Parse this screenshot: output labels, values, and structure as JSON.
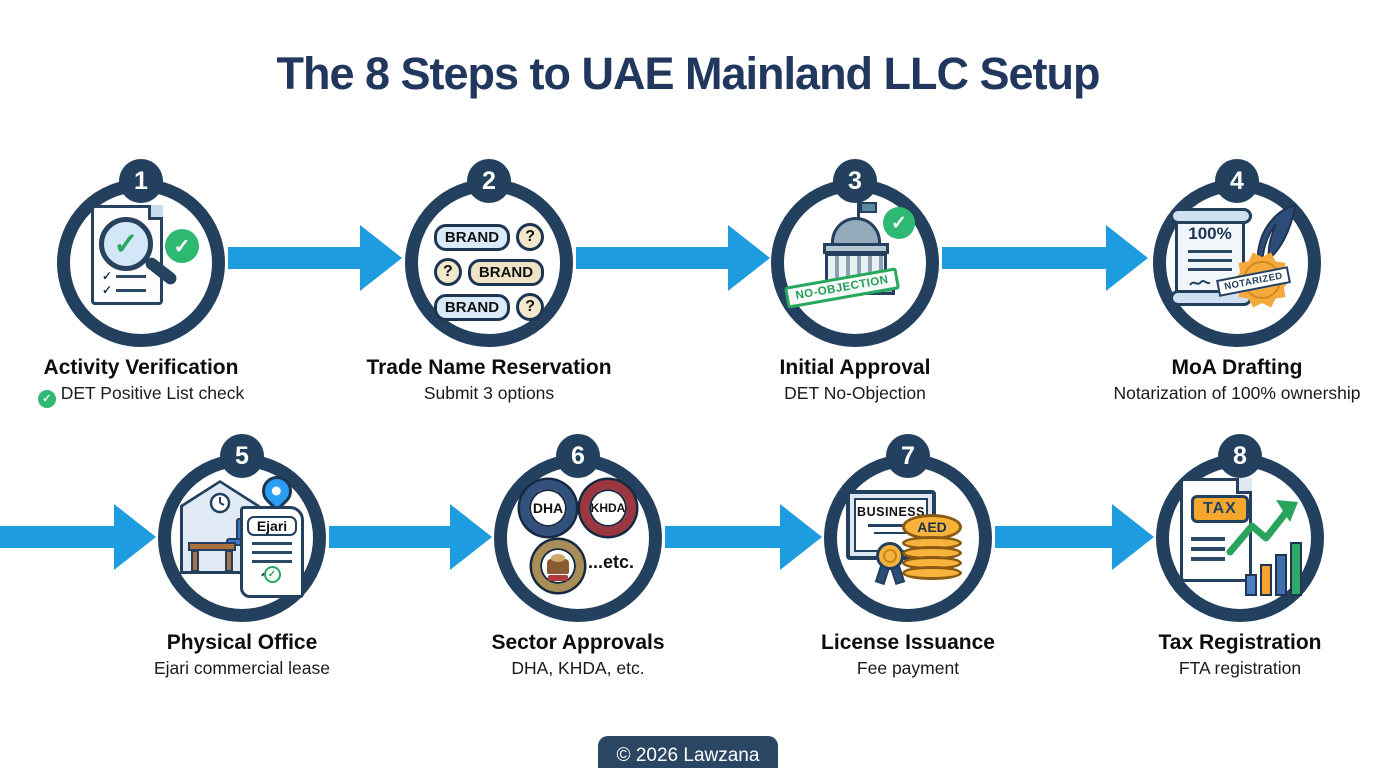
{
  "title": "The 8 Steps to UAE Mainland LLC Setup",
  "footer": "© 2026 Lawzana",
  "colors": {
    "title_navy": "#21375e",
    "ring_navy": "#23405e",
    "arrow_blue": "#1e9ce0",
    "success_green": "#2eb872",
    "stamp_green": "#27a85c",
    "seal_gold": "#f3a93c",
    "coin_gold": "#f7b33b",
    "pin_blue": "#2a9df4"
  },
  "steps": [
    {
      "number": "1",
      "title": "Activity Verification",
      "subtitle": "DET Positive List check"
    },
    {
      "number": "2",
      "title": "Trade Name Reservation",
      "subtitle": "Submit 3 options"
    },
    {
      "number": "3",
      "title": "Initial Approval",
      "subtitle": "DET No-Objection"
    },
    {
      "number": "4",
      "title": "MoA Drafting",
      "subtitle": "Notarization of 100% ownership"
    },
    {
      "number": "5",
      "title": "Physical Office",
      "subtitle": "Ejari commercial lease"
    },
    {
      "number": "6",
      "title": "Sector Approvals",
      "subtitle": "DHA, KHDA, etc."
    },
    {
      "number": "7",
      "title": "License Issuance",
      "subtitle": "Fee payment"
    },
    {
      "number": "8",
      "title": "Tax Registration",
      "subtitle": "FTA registration"
    }
  ],
  "icon_labels": {
    "brand": "BRAND",
    "question": "?",
    "no_objection": "NO-OBJECTION",
    "ownership_pct": "100%",
    "notarized": "NOTARIZED",
    "ejari": "Ejari",
    "dha": "DHA",
    "khda": "KHDA",
    "etc": "...etc.",
    "business": "BUSINESS",
    "aed": "AED",
    "tax": "TAX"
  },
  "icons": {
    "check": "✓"
  }
}
